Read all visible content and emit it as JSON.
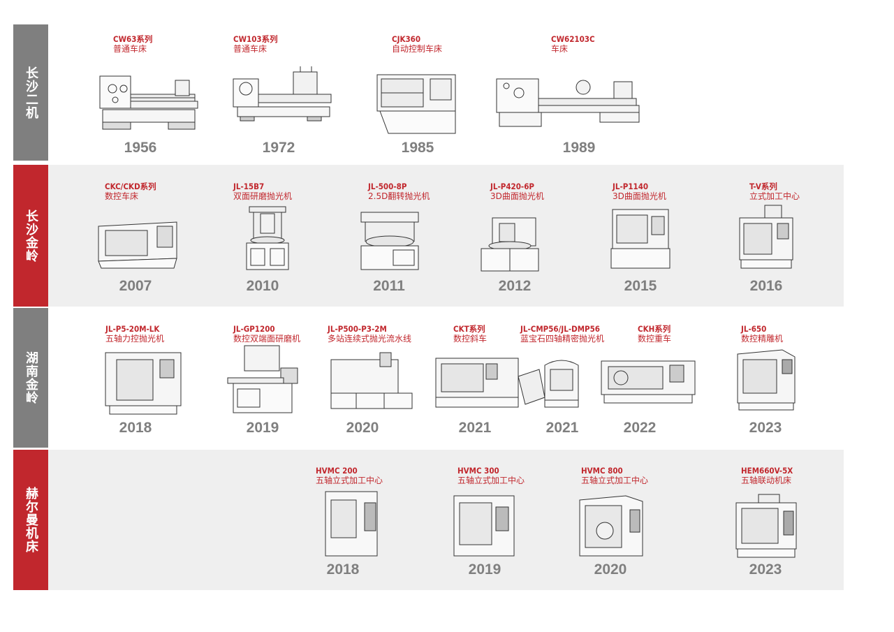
{
  "colors": {
    "gray": "#7f7f7f",
    "red": "#c1272d",
    "row_bg": "#efefef",
    "year": "#7f7f7f"
  },
  "rows": [
    {
      "label": "长沙二机",
      "items": [
        {
          "model": "CW63系列",
          "desc": "普通车床",
          "year": "1956",
          "icon": "lathe-icon"
        },
        {
          "model": "CW103系列",
          "desc": "普通车床",
          "year": "1972",
          "icon": "heavy-lathe-icon"
        },
        {
          "model": "CJK360",
          "desc": "自动控制车床",
          "year": "1985",
          "icon": "cnc-lathe-icon"
        },
        {
          "model": "CW62103C",
          "desc": "车床",
          "year": "1989",
          "icon": "long-lathe-icon"
        }
      ]
    },
    {
      "label": "长沙金岭",
      "items": [
        {
          "model": "CKC/CKD系列",
          "desc": "数控车床",
          "year": "2007",
          "icon": "cnc-lathe-icon"
        },
        {
          "model": "JL-15B7",
          "desc": "双面研磨抛光机",
          "year": "2010",
          "icon": "polisher-icon"
        },
        {
          "model": "JL-500-8P",
          "desc": "2.5D翻转抛光机",
          "year": "2011",
          "icon": "polisher-icon"
        },
        {
          "model": "JL-P420-6P",
          "desc": "3D曲面抛光机",
          "year": "2012",
          "icon": "polisher-icon"
        },
        {
          "model": "JL-P1140",
          "desc": "3D曲面抛光机",
          "year": "2015",
          "icon": "polisher-icon"
        },
        {
          "model": "T-V系列",
          "desc": "立式加工中心",
          "year": "2016",
          "icon": "vmc-icon"
        }
      ]
    },
    {
      "label": "湖南金岭",
      "items": [
        {
          "model": "JL-P5-20M-LK",
          "desc": "五轴力控抛光机",
          "year": "2018",
          "icon": "vmc-icon"
        },
        {
          "model": "JL-GP1200",
          "desc": "数控双端面研磨机",
          "year": "2019",
          "icon": "grinder-icon"
        },
        {
          "model": "JL-P500-P3-2M",
          "desc": "多站连续式抛光流水线",
          "year": "2020",
          "icon": "line-icon"
        },
        {
          "model": "CKT系列",
          "desc": "数控斜车",
          "year": "2021",
          "icon": "slant-lathe-icon"
        },
        {
          "model": "JL-CMP56/JL-DMP56",
          "desc": "蓝宝石四轴精密抛光机",
          "year": "2021",
          "icon": "cmp-icon"
        },
        {
          "model": "CKH系列",
          "desc": "数控重车",
          "year": "2022",
          "icon": "heavy-cnc-icon"
        },
        {
          "model": "JL-650",
          "desc": "数控精雕机",
          "year": "2023",
          "icon": "engraver-icon"
        }
      ]
    },
    {
      "label": "赫尔曼机床",
      "items": [
        {
          "model": "HVMC 200",
          "desc": "五轴立式加工中心",
          "year": "2018",
          "icon": "vmc-icon"
        },
        {
          "model": "HVMC 300",
          "desc": "五轴立式加工中心",
          "year": "2019",
          "icon": "vmc-icon"
        },
        {
          "model": "HVMC 800",
          "desc": "五轴立式加工中心",
          "year": "2020",
          "icon": "vmc-icon"
        },
        {
          "model": "HEM660V-5X",
          "desc": "五轴联动机床",
          "year": "2023",
          "icon": "vmc-icon"
        }
      ]
    }
  ]
}
